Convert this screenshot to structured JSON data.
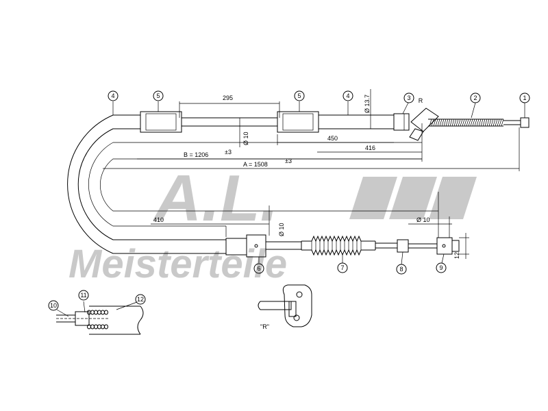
{
  "watermark": {
    "monogram": "A.L.",
    "brand": "Meisterteile"
  },
  "dimensions": {
    "d295": "295",
    "d450": "450",
    "d416": "416",
    "dB": "B = 1206",
    "dB_tol": "±3",
    "dA": "A = 1508",
    "dA_tol": "±3",
    "d410": "410",
    "dia137": "Ø 13.7",
    "dia10a": "Ø 10",
    "dia10b": "Ø 10",
    "dia10c": "Ø 10",
    "d12": "12"
  },
  "callouts": {
    "c1": "1",
    "c2": "2",
    "c3": "3",
    "c4a": "4",
    "c4b": "4",
    "c5a": "5",
    "c5b": "5",
    "c6": "6",
    "c7": "7",
    "c8": "8",
    "c9": "9",
    "c10": "10",
    "c11": "11",
    "c12": "12",
    "cR": "R"
  },
  "detail_view_label": "\"R\""
}
